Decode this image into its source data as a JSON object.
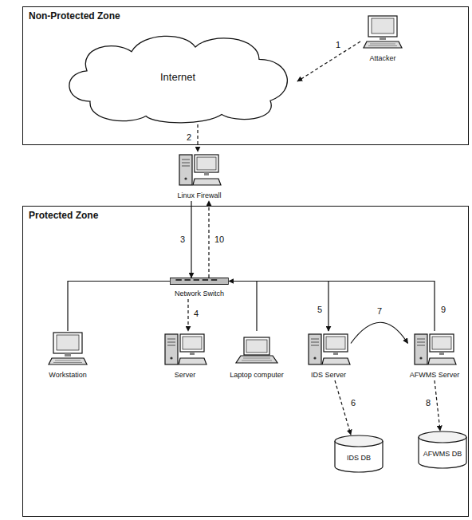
{
  "diagram": {
    "nodes": [
      {
        "text": [
          "Non-Protected Zone"
        ]
      },
      {
        "text": [
          "Internet"
        ],
        "in": 0
      },
      {
        "text": [
          "Attacker"
        ],
        "in": 0
      },
      {
        "text": [
          "Linux Firewall"
        ]
      },
      {
        "text": [
          "Protected Zone"
        ]
      },
      {
        "text": [
          "Network Switch"
        ],
        "in": 4
      },
      {
        "text": [
          "Workstation"
        ],
        "in": 4
      },
      {
        "text": [
          "Server"
        ],
        "in": 4
      },
      {
        "text": [
          "Laptop computer"
        ],
        "in": 4
      },
      {
        "text": [
          "IDS Server"
        ],
        "in": 4
      },
      {
        "text": [
          "AFWMS Server"
        ],
        "in": 4
      },
      {
        "text": [
          "IDS DB"
        ],
        "in": 4
      },
      {
        "text": [
          "AFWMS DB"
        ],
        "in": 4
      }
    ],
    "edges": [
      {
        "from": 2,
        "to": 1,
        "label": "1",
        "arrow": "to"
      },
      {
        "from": 1,
        "to": 3,
        "label": "2",
        "arrow": "to"
      },
      {
        "from": 3,
        "to": 5,
        "label": "3",
        "arrow": "to"
      },
      {
        "from": 5,
        "to": 3,
        "label": "10",
        "arrow": "to"
      },
      {
        "from": 5,
        "to": 7,
        "label": "4",
        "arrow": "to"
      },
      {
        "from": 5,
        "to": 6,
        "arrow": "none"
      },
      {
        "from": 5,
        "to": 8,
        "arrow": "none"
      },
      {
        "from": 5,
        "to": 9,
        "label": "5",
        "arrow": "to"
      },
      {
        "from": 10,
        "to": 5,
        "label": "9",
        "arrow": "to"
      },
      {
        "from": 9,
        "to": 10,
        "label": "7",
        "arrow": "to"
      },
      {
        "from": 9,
        "to": 11,
        "label": "6",
        "arrow": "to"
      },
      {
        "from": 10,
        "to": 12,
        "label": "8",
        "arrow": "to"
      }
    ]
  }
}
